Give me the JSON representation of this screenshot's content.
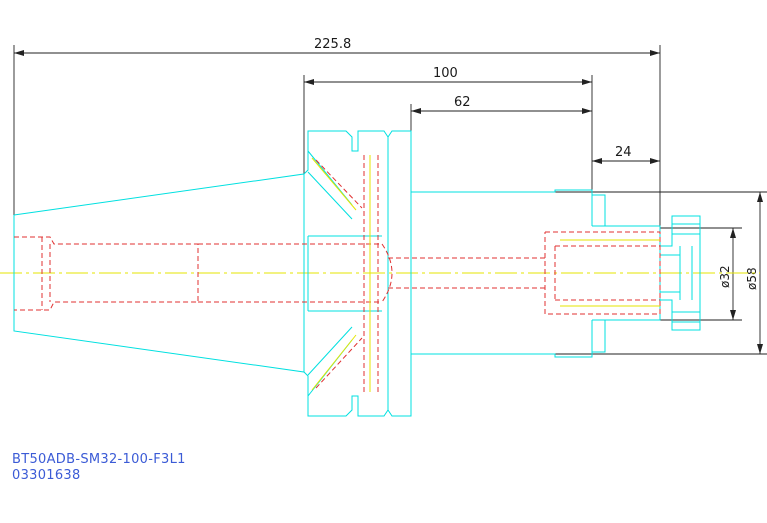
{
  "drawing": {
    "dimensions": {
      "overall_length": "225.8",
      "length_100": "100",
      "length_62": "62",
      "length_24": "24",
      "diameter_32": "ø32",
      "diameter_58": "ø58"
    },
    "part_number": "BT50ADB-SM32-100-F3L1",
    "order_number": "03301638",
    "colors": {
      "outline": "#00e5e5",
      "hidden_line": "#e03030",
      "centerline": "#e6e600",
      "dimension": "#222222",
      "label": "#3b5bd6"
    }
  }
}
